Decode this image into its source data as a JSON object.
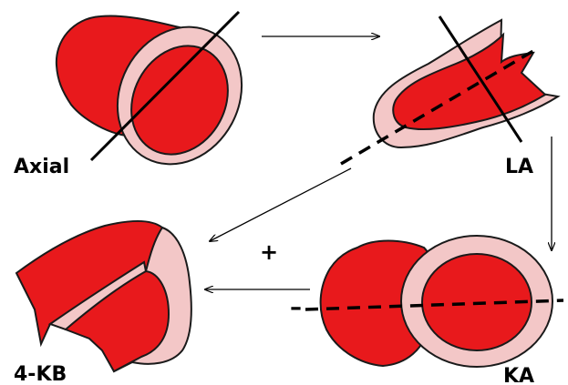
{
  "views": [
    {
      "label": "Axial"
    },
    {
      "label": "LA"
    },
    {
      "label": "KA"
    },
    {
      "label": "4-KB"
    }
  ],
  "signs": {
    "plus": "+",
    "minus": "–"
  },
  "colors": {
    "cavity": "#e8191c",
    "wall": "#f3c7c7",
    "outline": "#1a1a1a",
    "cut_line": "#000000"
  }
}
